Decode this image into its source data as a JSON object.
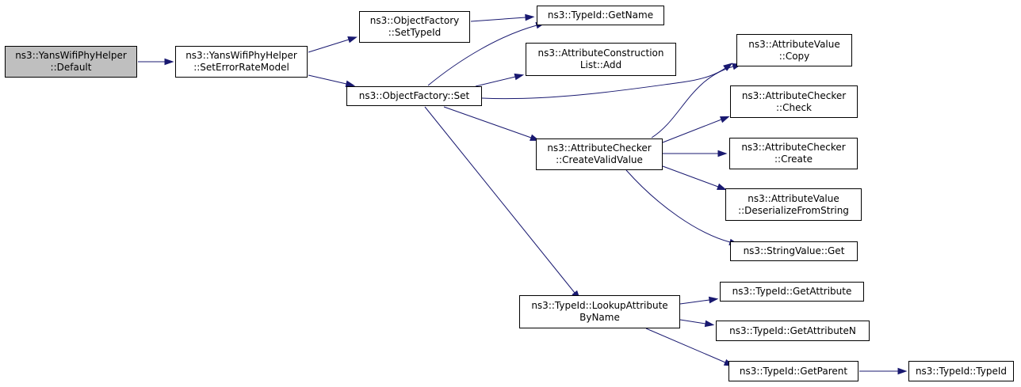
{
  "diagram": {
    "colors": {
      "edge": "#191970",
      "node_border": "#000000",
      "root_fill": "#bfbfbf",
      "node_fill": "#ffffff"
    },
    "nodes": [
      {
        "id": "n0",
        "lines": [
          "ns3::YansWifiPhyHelper",
          "::Default"
        ],
        "root": true
      },
      {
        "id": "n1",
        "lines": [
          "ns3::YansWifiPhyHelper",
          "::SetErrorRateModel"
        ]
      },
      {
        "id": "n2",
        "lines": [
          "ns3::ObjectFactory",
          "::SetTypeId"
        ]
      },
      {
        "id": "n3",
        "lines": [
          "ns3::ObjectFactory::Set"
        ]
      },
      {
        "id": "n4",
        "lines": [
          "ns3::TypeId::GetName"
        ]
      },
      {
        "id": "n5",
        "lines": [
          "ns3::AttributeConstruction",
          "List::Add"
        ]
      },
      {
        "id": "n6",
        "lines": [
          "ns3::AttributeValue",
          "::Copy"
        ]
      },
      {
        "id": "n7",
        "lines": [
          "ns3::AttributeChecker",
          "::CreateValidValue"
        ]
      },
      {
        "id": "n8",
        "lines": [
          "ns3::TypeId::LookupAttribute",
          "ByName"
        ]
      },
      {
        "id": "n9",
        "lines": [
          "ns3::AttributeChecker",
          "::Check"
        ]
      },
      {
        "id": "n10",
        "lines": [
          "ns3::AttributeChecker",
          "::Create"
        ]
      },
      {
        "id": "n11",
        "lines": [
          "ns3::AttributeValue",
          "::DeserializeFromString"
        ]
      },
      {
        "id": "n12",
        "lines": [
          "ns3::StringValue::Get"
        ]
      },
      {
        "id": "n13",
        "lines": [
          "ns3::TypeId::GetAttribute"
        ]
      },
      {
        "id": "n14",
        "lines": [
          "ns3::TypeId::GetAttributeN"
        ]
      },
      {
        "id": "n15",
        "lines": [
          "ns3::TypeId::GetParent"
        ]
      },
      {
        "id": "n16",
        "lines": [
          "ns3::TypeId::TypeId"
        ]
      }
    ],
    "edges": [
      {
        "from": "n0",
        "to": "n1"
      },
      {
        "from": "n1",
        "to": "n2"
      },
      {
        "from": "n1",
        "to": "n3"
      },
      {
        "from": "n2",
        "to": "n4"
      },
      {
        "from": "n3",
        "to": "n4"
      },
      {
        "from": "n3",
        "to": "n5"
      },
      {
        "from": "n3",
        "to": "n6"
      },
      {
        "from": "n3",
        "to": "n7"
      },
      {
        "from": "n3",
        "to": "n8"
      },
      {
        "from": "n7",
        "to": "n6"
      },
      {
        "from": "n7",
        "to": "n9"
      },
      {
        "from": "n7",
        "to": "n10"
      },
      {
        "from": "n7",
        "to": "n11"
      },
      {
        "from": "n7",
        "to": "n12"
      },
      {
        "from": "n8",
        "to": "n13"
      },
      {
        "from": "n8",
        "to": "n14"
      },
      {
        "from": "n8",
        "to": "n15"
      },
      {
        "from": "n15",
        "to": "n16"
      }
    ]
  }
}
